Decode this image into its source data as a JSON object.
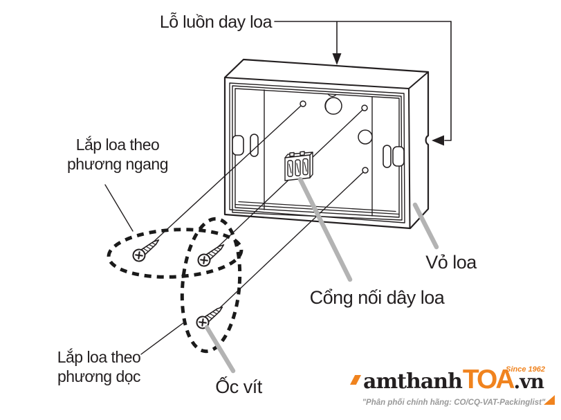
{
  "diagram": {
    "labels": {
      "wire_hole": "Lỗ luồn day loa",
      "mount_horizontal": "Lắp loa theo\nphương ngang",
      "mount_vertical": "Lắp loa theo\nphương dọc",
      "screws": "Ốc vít",
      "wire_port": "Cổng nối dây loa",
      "shell": "Vỏ loa"
    },
    "icons": {
      "down_arrow": "arrow-down",
      "side_arrow": "arrow-left",
      "screw": "screw-icon",
      "dashed_ellipse": "mounting-orientation-marker"
    }
  },
  "logo": {
    "brand_prefix": "amthanh",
    "brand_core": "TOA",
    "brand_suffix": ".vn",
    "since": "Since 1962",
    "tagline": "\"Phân phối chính hãng: CO/CQ-VAT-Packinglist\""
  },
  "colors": {
    "line": "#231f20",
    "gray_pointer": "#b3b3b3",
    "brand_orange": "#f0831e",
    "brand_dark": "#231f20",
    "tagline_gray": "#999999",
    "background": "#ffffff"
  }
}
